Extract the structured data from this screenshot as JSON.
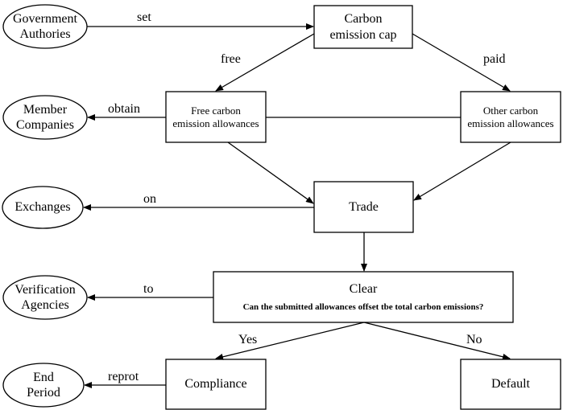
{
  "nodes": {
    "government_authorities": {
      "line1": "Government",
      "line2": "Authories"
    },
    "carbon_emission_cap": {
      "line1": "Carbon",
      "line2": "emission cap"
    },
    "member_companies": {
      "line1": "Member",
      "line2": "Companies"
    },
    "free_allowances": {
      "line1": "Free carbon",
      "line2": "emission allowances"
    },
    "other_allowances": {
      "line1": "Other carbon",
      "line2": "emission allowances"
    },
    "exchanges": {
      "label": "Exchanges"
    },
    "trade": {
      "label": "Trade"
    },
    "verification_agencies": {
      "line1": "Verification",
      "line2": "Agencies"
    },
    "clear": {
      "title": "Clear",
      "question": "Can the submitted allowances offset tbe total carbon emissions?"
    },
    "end_period": {
      "line1": "End",
      "line2": "Period"
    },
    "compliance": {
      "label": "Compliance"
    },
    "default": {
      "label": "Default"
    }
  },
  "edges": {
    "set": "set",
    "free": "free",
    "paid": "paid",
    "obtain": "obtain",
    "on": "on",
    "to": "to",
    "yes": "Yes",
    "no": "No",
    "reprot": "reprot"
  }
}
